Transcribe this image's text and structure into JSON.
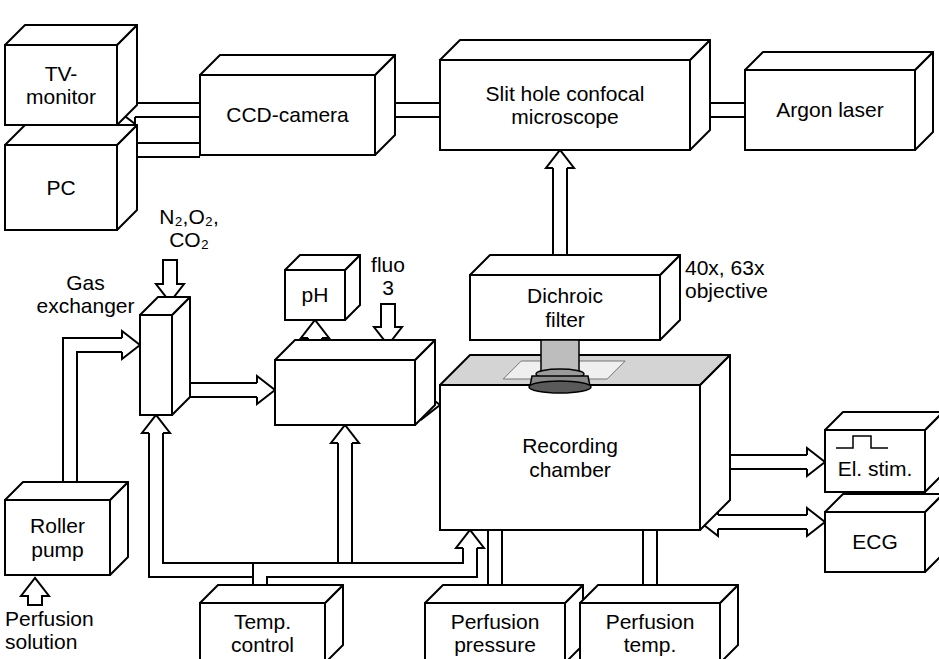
{
  "diagram": {
    "nodes": [
      {
        "text": [
          "TV-monitor"
        ]
      },
      {
        "text": [
          "PC"
        ]
      },
      {
        "text": [
          "CCD-camera"
        ]
      },
      {
        "text": [
          "Slit hole confocal microscope"
        ]
      },
      {
        "text": [
          "Argon laser"
        ]
      },
      {
        "text": [
          "Dichroic filter"
        ]
      },
      {
        "text": [
          "Gas exchanger"
        ]
      },
      {
        "text": []
      },
      {
        "text": [
          "pH"
        ]
      },
      {
        "text": [
          "Recording chamber"
        ]
      },
      {
        "text": [
          "El. stim."
        ]
      },
      {
        "text": [
          "ECG"
        ]
      },
      {
        "text": [
          "Roller pump"
        ]
      },
      {
        "text": [
          "Temp. control"
        ]
      },
      {
        "text": [
          "Perfusion pressure"
        ]
      },
      {
        "text": [
          "Perfusion temp."
        ]
      }
    ],
    "edges": [
      {
        "from": 2,
        "to": 0,
        "arrow": "to"
      },
      {
        "from": 2,
        "to": 1,
        "arrow": "to"
      },
      {
        "from": 3,
        "to": 2,
        "arrow": "to"
      },
      {
        "from": 4,
        "to": 3,
        "arrow": "to"
      },
      {
        "from": 3,
        "to": 5,
        "arrow": "both"
      },
      {
        "from": 12,
        "to": 6,
        "arrow": "to"
      },
      {
        "from": 6,
        "to": 7,
        "arrow": "to"
      },
      {
        "from": 7,
        "to": 8,
        "arrow": "to"
      },
      {
        "from": 7,
        "to": 9,
        "arrow": "to"
      },
      {
        "from": 13,
        "to": 6,
        "arrow": "to"
      },
      {
        "from": 13,
        "to": 7,
        "arrow": "to"
      },
      {
        "from": 13,
        "to": 9,
        "arrow": "to"
      },
      {
        "from": 9,
        "to": 14,
        "arrow": "to"
      },
      {
        "from": 9,
        "to": 15,
        "arrow": "to"
      },
      {
        "from": 9,
        "to": 10,
        "arrow": "both"
      },
      {
        "from": 9,
        "to": 11,
        "arrow": "both"
      }
    ],
    "labels": [
      "N₂,O₂, CO₂",
      "fluo 3",
      "40x, 63x objective",
      "Perfusion solution"
    ]
  }
}
